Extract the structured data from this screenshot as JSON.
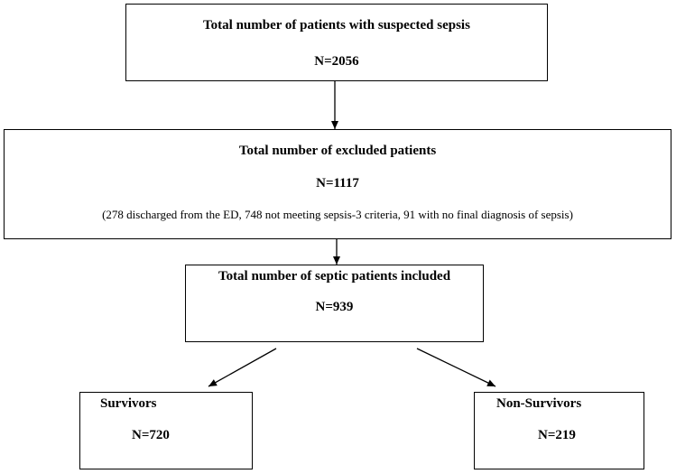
{
  "flowchart": {
    "suspected": {
      "title": "Total number of patients with suspected sepsis",
      "n": "N=2056"
    },
    "excluded": {
      "title": "Total number of excluded patients",
      "n": "N=1117",
      "note": "(278 discharged from the ED, 748 not meeting sepsis-3 criteria, 91 with no final diagnosis of sepsis)"
    },
    "included": {
      "title": "Total number of septic patients included",
      "n": "N=939"
    },
    "survivors": {
      "title": "Survivors",
      "n": "N=720"
    },
    "non_survivors": {
      "title": "Non-Survivors",
      "n": "N=219"
    }
  },
  "colors": {
    "line": "#000000",
    "background": "#ffffff"
  }
}
